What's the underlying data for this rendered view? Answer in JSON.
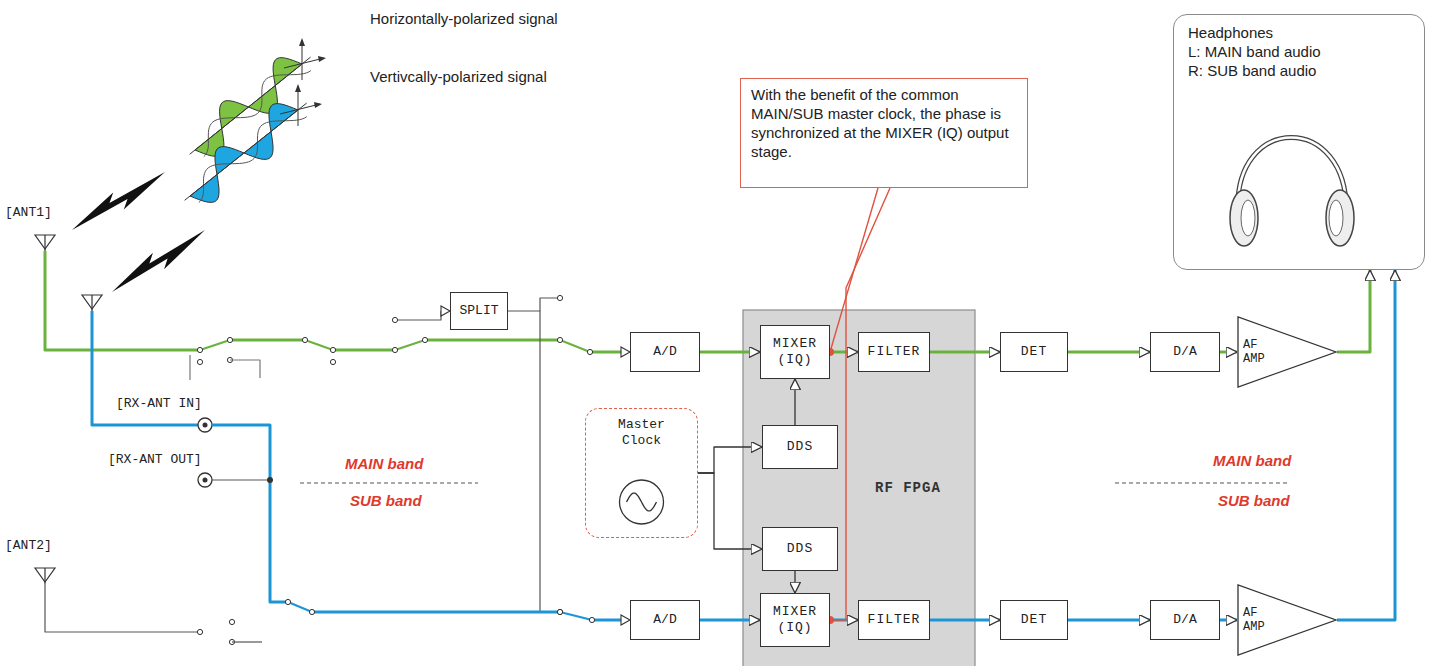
{
  "diagram": {
    "nodes": [
      {
        "text": [
          "With the benefit of the common MAIN/SUB master clock, the phase is synchronized at the MIXER (IQ) output stage."
        ]
      },
      {
        "text": [
          "Headphones",
          "L: MAIN band audio",
          "R: SUB band audio"
        ]
      },
      {
        "text": [
          "SPLIT"
        ]
      },
      {
        "text": [
          "A/D"
        ]
      },
      {
        "text": [
          "Master Clock"
        ]
      },
      {
        "text": [
          "RF FPGA"
        ]
      },
      {
        "text": [
          "MIXER (IQ)"
        ],
        "in": 5
      },
      {
        "text": [
          "FILTER"
        ],
        "in": 5
      },
      {
        "text": [
          "DET"
        ],
        "in": 5
      },
      {
        "text": [
          "DDS"
        ],
        "in": 5
      },
      {
        "text": [
          "DDS"
        ],
        "in": 5
      },
      {
        "text": [
          "MIXER (IQ)"
        ],
        "in": 5
      },
      {
        "text": [
          "FILTER"
        ],
        "in": 5
      },
      {
        "text": [
          "DET"
        ],
        "in": 5
      },
      {
        "text": [
          "D/A"
        ]
      },
      {
        "text": [
          "AF AMP"
        ]
      },
      {
        "text": [
          "A/D"
        ]
      },
      {
        "text": [
          "D/A"
        ]
      },
      {
        "text": [
          "AF AMP"
        ]
      }
    ],
    "edges": [
      {
        "from": 3,
        "to": 6,
        "arrow": "to"
      },
      {
        "from": 6,
        "to": 7,
        "arrow": "to"
      },
      {
        "from": 7,
        "to": 8,
        "arrow": "to"
      },
      {
        "from": 8,
        "to": 14,
        "arrow": "to"
      },
      {
        "from": 14,
        "to": 15,
        "arrow": "to"
      },
      {
        "from": 15,
        "to": 1,
        "arrow": "to"
      },
      {
        "from": 4,
        "to": 9,
        "arrow": "to"
      },
      {
        "from": 4,
        "to": 10,
        "arrow": "to"
      },
      {
        "from": 9,
        "to": 6,
        "arrow": "to"
      },
      {
        "from": 10,
        "to": 11,
        "arrow": "to"
      },
      {
        "from": 16,
        "to": 11,
        "arrow": "to"
      },
      {
        "from": 11,
        "to": 12,
        "arrow": "to"
      },
      {
        "from": 12,
        "to": 13,
        "arrow": "to"
      },
      {
        "from": 13,
        "to": 17,
        "arrow": "to"
      },
      {
        "from": 17,
        "to": 18,
        "arrow": "to"
      },
      {
        "from": 18,
        "to": 1,
        "arrow": "to"
      },
      {
        "from": 0,
        "to": 6,
        "arrow": "none"
      },
      {
        "from": 0,
        "to": 11,
        "arrow": "none"
      }
    ],
    "labels": [
      "Horizontally-polarized signal",
      "Vertivcally-polarized signal",
      "[ANT1]",
      "[RX-ANT IN]",
      "[RX-ANT OUT]",
      "[ANT2]",
      "MAIN band",
      "SUB band",
      "MAIN band",
      "SUB band"
    ]
  }
}
